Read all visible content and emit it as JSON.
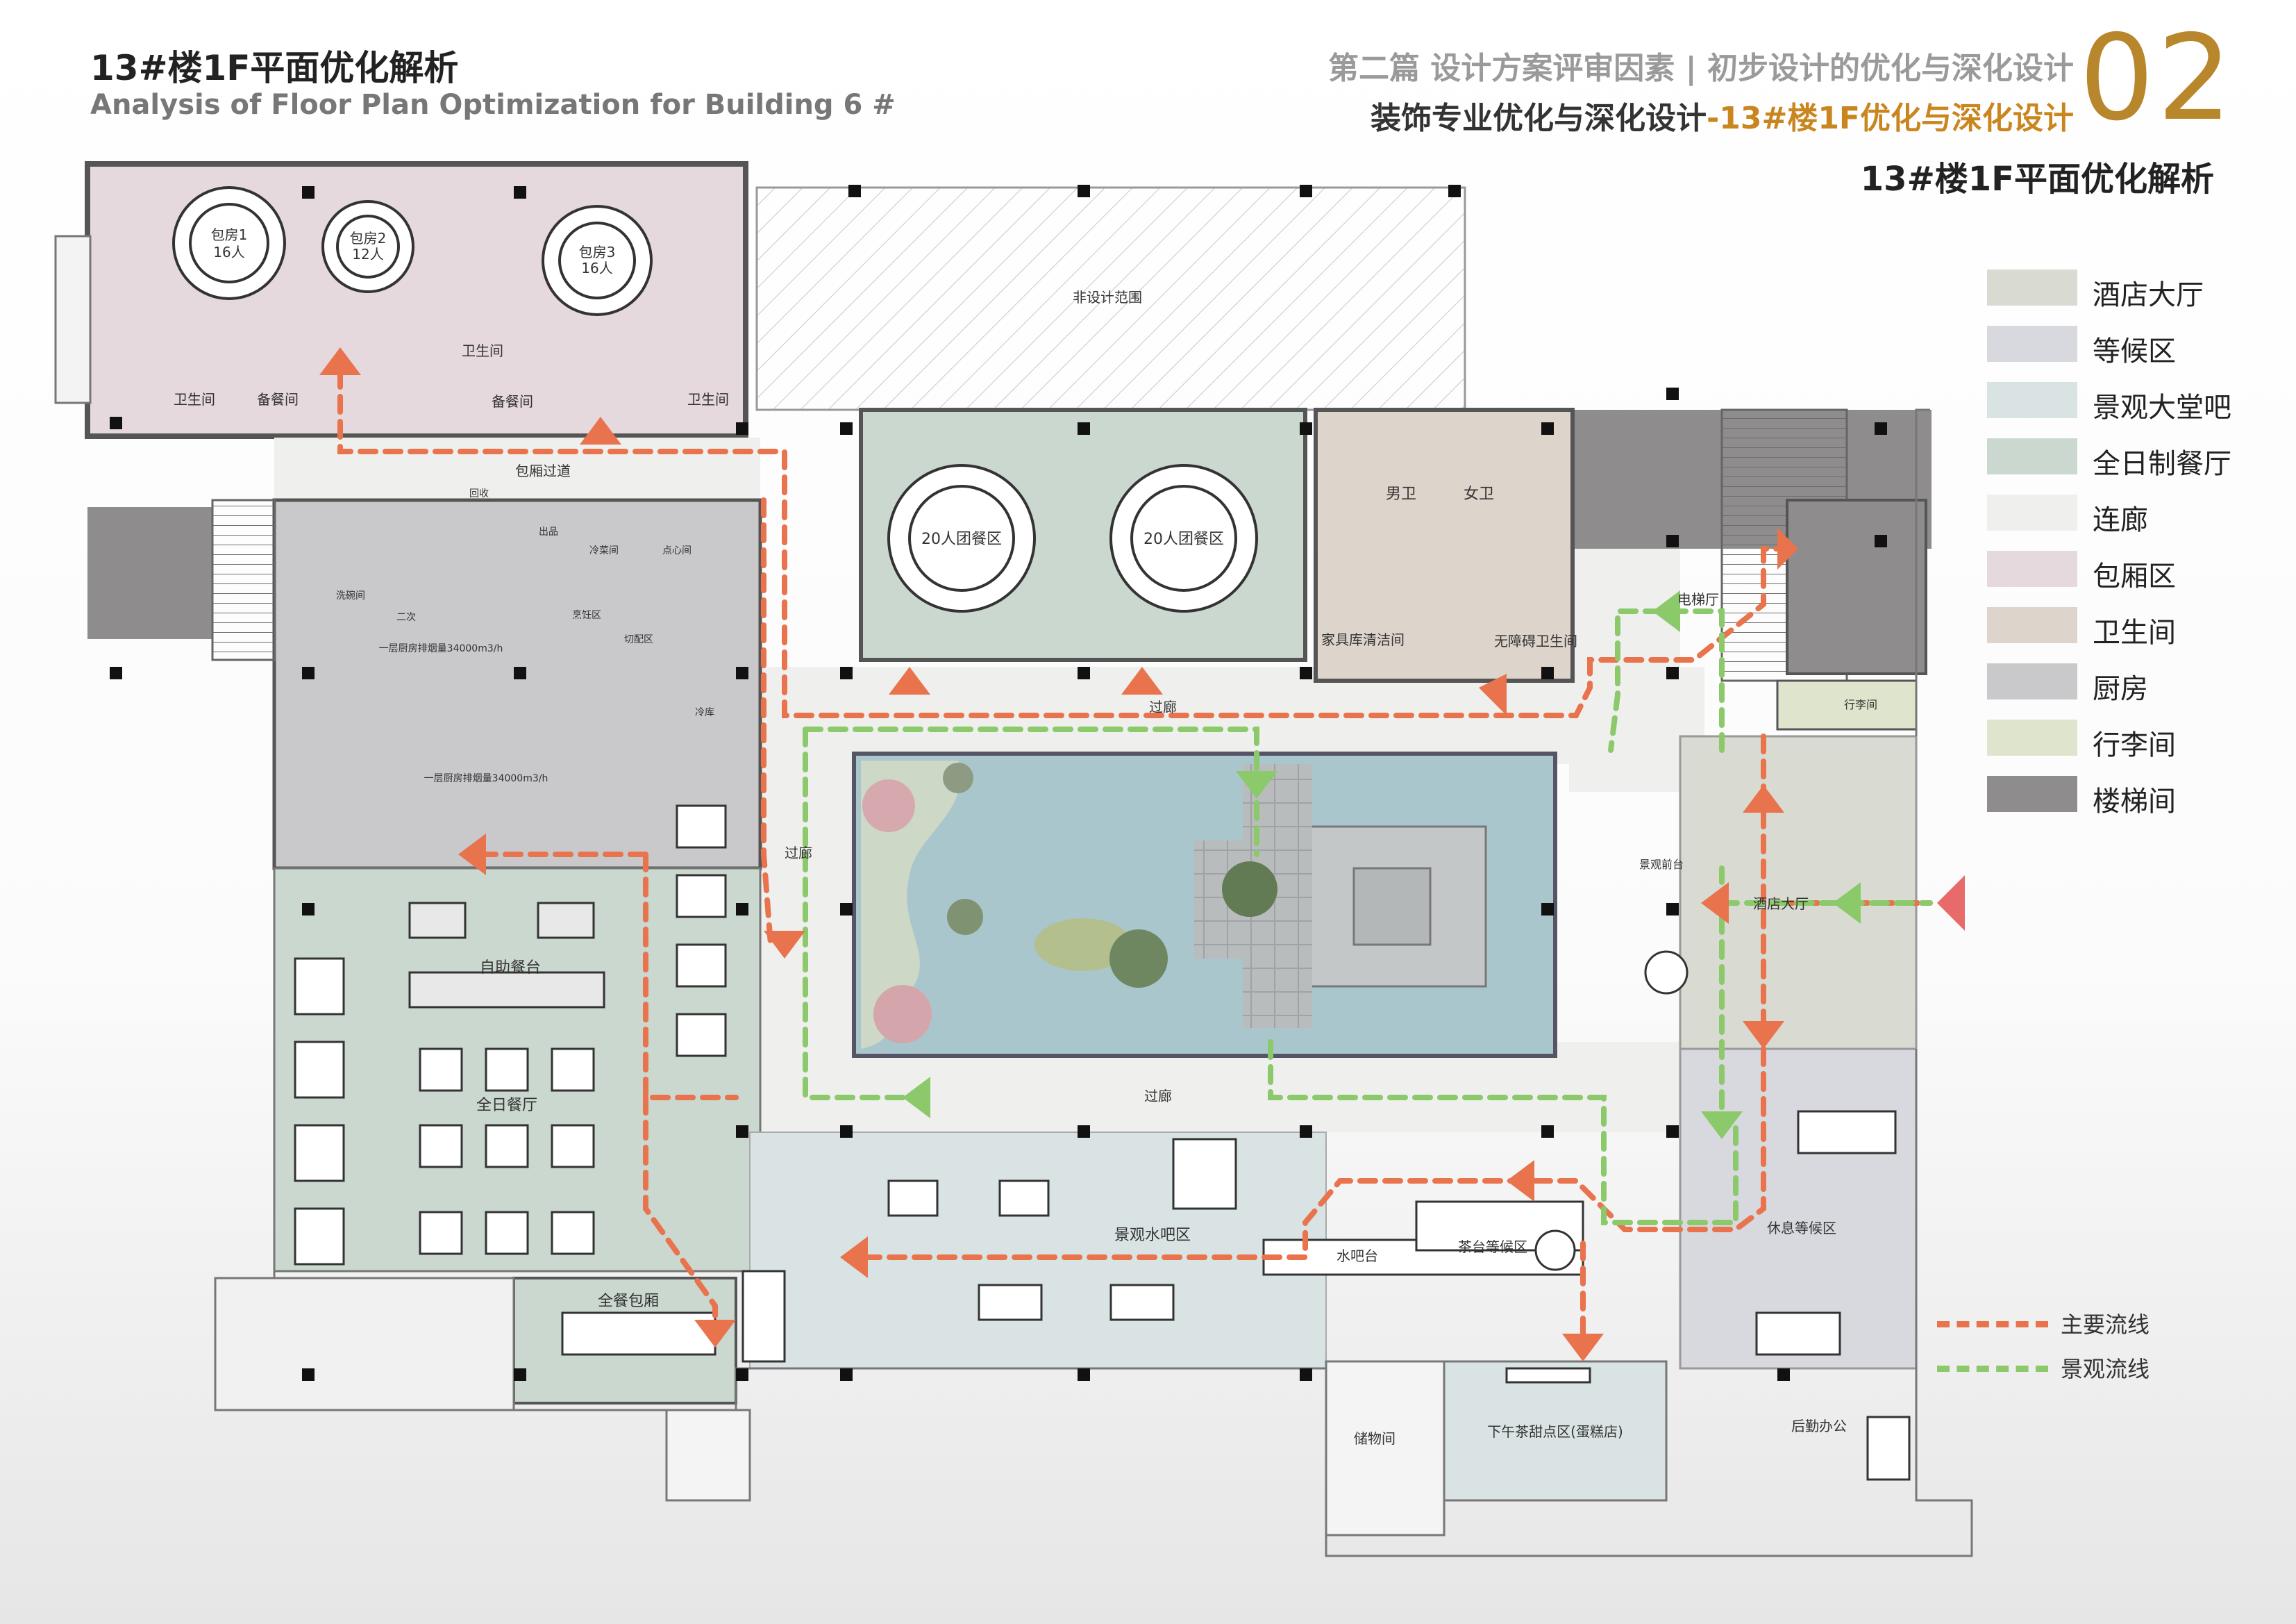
{
  "header": {
    "title_zh": "13#楼1F平面优化解析",
    "title_en": "Analysis of Floor Plan Optimization for Building 6 #",
    "section_line1": "第二篇 设计方案评审因素 | 初步设计的优化与深化设计",
    "section_line2_main": "装饰专业优化与深化设计",
    "section_line2_sep": "-",
    "section_line2_accent": "13#楼1F优化与深化设计",
    "section_number": "02",
    "subtitle": "13#楼1F平面优化解析"
  },
  "legend": [
    {
      "label": "酒店大厅",
      "color": "#d9dbd2"
    },
    {
      "label": "等候区",
      "color": "#d8d9df"
    },
    {
      "label": "景观大堂吧",
      "color": "#d9e3e3"
    },
    {
      "label": "全日制餐厅",
      "color": "#cbd8cf"
    },
    {
      "label": "连廊",
      "color": "#efefed"
    },
    {
      "label": "包厢区",
      "color": "#e6d9dd"
    },
    {
      "label": "卫生间",
      "color": "#ddd4cc"
    },
    {
      "label": "厨房",
      "color": "#c9c9cb"
    },
    {
      "label": "行李间",
      "color": "#dfe5cc"
    },
    {
      "label": "楼梯间",
      "color": "#8e8c8c"
    }
  ],
  "flow_legend": [
    {
      "label": "主要流线",
      "color": "#e8734c"
    },
    {
      "label": "景观流线",
      "color": "#8cc96b"
    }
  ],
  "plan_labels": {
    "room1": "包房1",
    "room1_cap": "16人",
    "room2": "包房2",
    "room2_cap": "12人",
    "room3": "包房3",
    "room3_cap": "16人",
    "toilet": "卫生间",
    "toilet2": "卫生间",
    "toilet3": "卫生间",
    "prep": "备餐间",
    "prep2": "备餐间",
    "outside": "非设计范围",
    "box_corridor": "包厢过道",
    "group1": "20人团餐区",
    "group2": "20人团餐区",
    "men": "男卫",
    "women": "女卫",
    "furniture": "家具库清洁间",
    "accessible": "无障碍卫生间",
    "elevator_hall": "电梯厅",
    "luggage": "行李间",
    "corridor_top": "过廊",
    "corridor_left": "过廊",
    "corridor_bottom": "过廊",
    "buffet": "自助餐台",
    "allday": "全日餐厅",
    "full_box": "全餐包厢",
    "lounge": "景观水吧区",
    "water_bar": "水吧台",
    "tea_wait": "茶台等候区",
    "rest_wait": "休息等候区",
    "lobby": "酒店大厅",
    "reception": "景观前台",
    "storage": "储物间",
    "tea_cake": "下午茶甜点区(蛋糕店)",
    "back_office": "后勤办公",
    "kitchen1": "一层厨房排烟量34000m3/h",
    "kitchen2": "一层厨房排烟量34000m3/h",
    "cook": "烹饪区",
    "cut": "切配区",
    "wash": "洗碗间",
    "dish": "出品",
    "recycle": "回收",
    "cold": "冷菜间",
    "pastry": "点心间",
    "sec2": "二次",
    "cold_store": "冷库"
  }
}
